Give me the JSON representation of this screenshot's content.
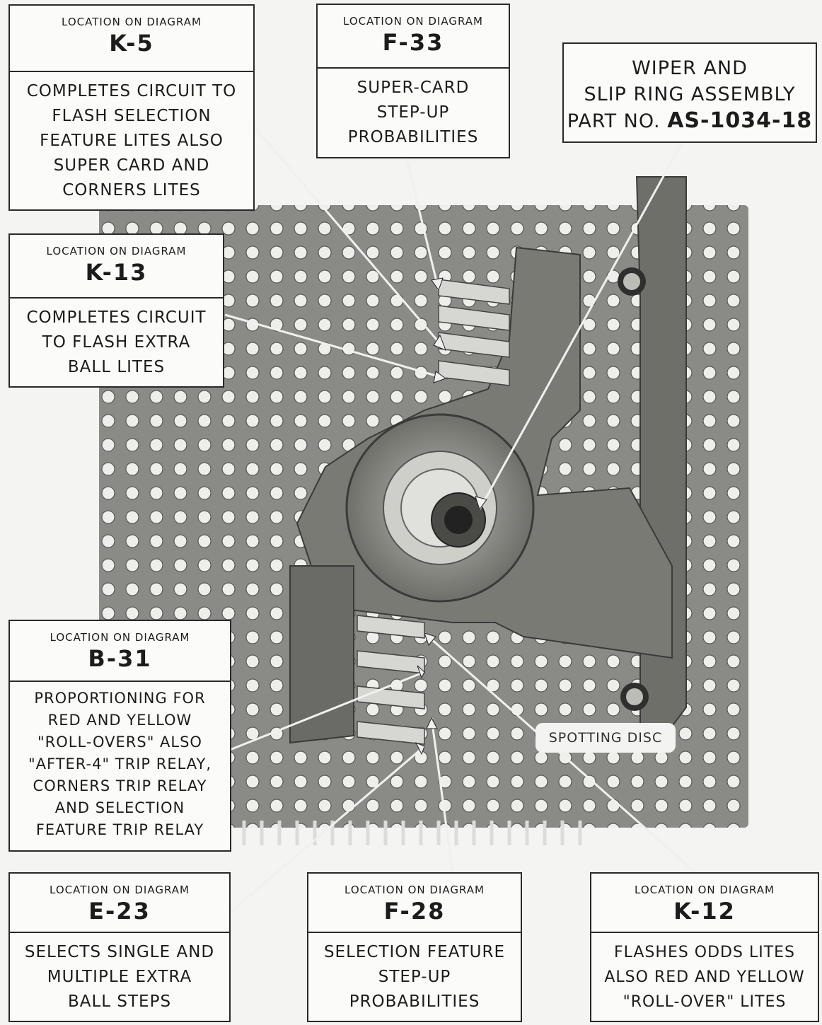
{
  "callouts": [
    {
      "location_label": "LOCATION ON DIAGRAM",
      "code": "K-5",
      "description": "COMPLETES CIRCUIT TO\nFLASH SELECTION\nFEATURE LITES ALSO\nSUPER CARD AND\nCORNERS LITES"
    },
    {
      "location_label": "LOCATION ON DIAGRAM",
      "code": "F-33",
      "description": "SUPER-CARD\nSTEP-UP\nPROBABILITIES"
    },
    {
      "location_label": "LOCATION ON DIAGRAM",
      "code": "K-13",
      "description": "COMPLETES CIRCUIT\nTO FLASH EXTRA\nBALL LITES"
    },
    {
      "location_label": "LOCATION ON DIAGRAM",
      "code": "B-31",
      "description": "PROPORTIONING FOR\nRED AND YELLOW\n\"ROLL-OVERS\" ALSO\n\"AFTER-4\" TRIP RELAY,\nCORNERS TRIP RELAY\nAND SELECTION\nFEATURE TRIP RELAY"
    },
    {
      "location_label": "LOCATION ON DIAGRAM",
      "code": "E-23",
      "description": "SELECTS SINGLE AND\nMULTIPLE EXTRA\nBALL STEPS"
    },
    {
      "location_label": "LOCATION ON DIAGRAM",
      "code": "F-28",
      "description": "SELECTION FEATURE\nSTEP-UP\nPROBABILITIES"
    },
    {
      "location_label": "LOCATION ON DIAGRAM",
      "code": "K-12",
      "description": "FLASHES ODDS LITES\nALSO RED AND YELLOW\n\"ROLL-OVER\" LITES"
    }
  ],
  "wiper": {
    "line1": "WIPER AND",
    "line2": "SLIP RING ASSEMBLY",
    "part_prefix": "PART NO.",
    "part_number": "AS-1034-18"
  },
  "disc_label": "SPOTTING DISC",
  "colors": {
    "board": "#8a8a86",
    "hole": "#eeeeea",
    "plate": "#6a6a66",
    "ink": "#1c1c1c"
  }
}
